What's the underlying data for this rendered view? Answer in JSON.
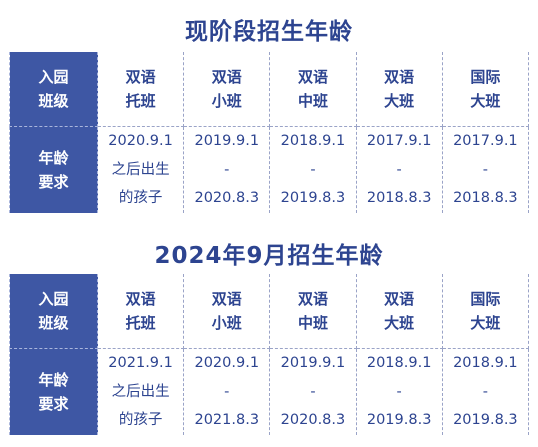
{
  "sections": [
    {
      "title": "现阶段招生年龄",
      "class_header": [
        "入园",
        "班级"
      ],
      "age_header": [
        "年龄",
        "要求"
      ],
      "classes": [
        {
          "name": [
            "双语",
            "托班"
          ],
          "from": "2020.9.1",
          "mid": "之后出生",
          "to": "的孩子"
        },
        {
          "name": [
            "双语",
            "小班"
          ],
          "from": "2019.9.1",
          "mid": "-",
          "to": "2020.8.3"
        },
        {
          "name": [
            "双语",
            "中班"
          ],
          "from": "2018.9.1",
          "mid": "-",
          "to": "2019.8.3"
        },
        {
          "name": [
            "双语",
            "大班"
          ],
          "from": "2017.9.1",
          "mid": "-",
          "to": "2018.8.3"
        },
        {
          "name": [
            "国际",
            "大班"
          ],
          "from": "2017.9.1",
          "mid": "-",
          "to": "2018.8.3"
        }
      ]
    },
    {
      "title": "2024年9月招生年龄",
      "class_header": [
        "入园",
        "班级"
      ],
      "age_header": [
        "年龄",
        "要求"
      ],
      "classes": [
        {
          "name": [
            "双语",
            "托班"
          ],
          "from": "2021.9.1",
          "mid": "之后出生",
          "to": "的孩子"
        },
        {
          "name": [
            "双语",
            "小班"
          ],
          "from": "2020.9.1",
          "mid": "-",
          "to": "2021.8.3"
        },
        {
          "name": [
            "双语",
            "中班"
          ],
          "from": "2019.9.1",
          "mid": "-",
          "to": "2020.8.3"
        },
        {
          "name": [
            "双语",
            "大班"
          ],
          "from": "2018.9.1",
          "mid": "-",
          "to": "2019.8.3"
        },
        {
          "name": [
            "国际",
            "大班"
          ],
          "from": "2018.9.1",
          "mid": "-",
          "to": "2019.8.3"
        }
      ]
    }
  ]
}
